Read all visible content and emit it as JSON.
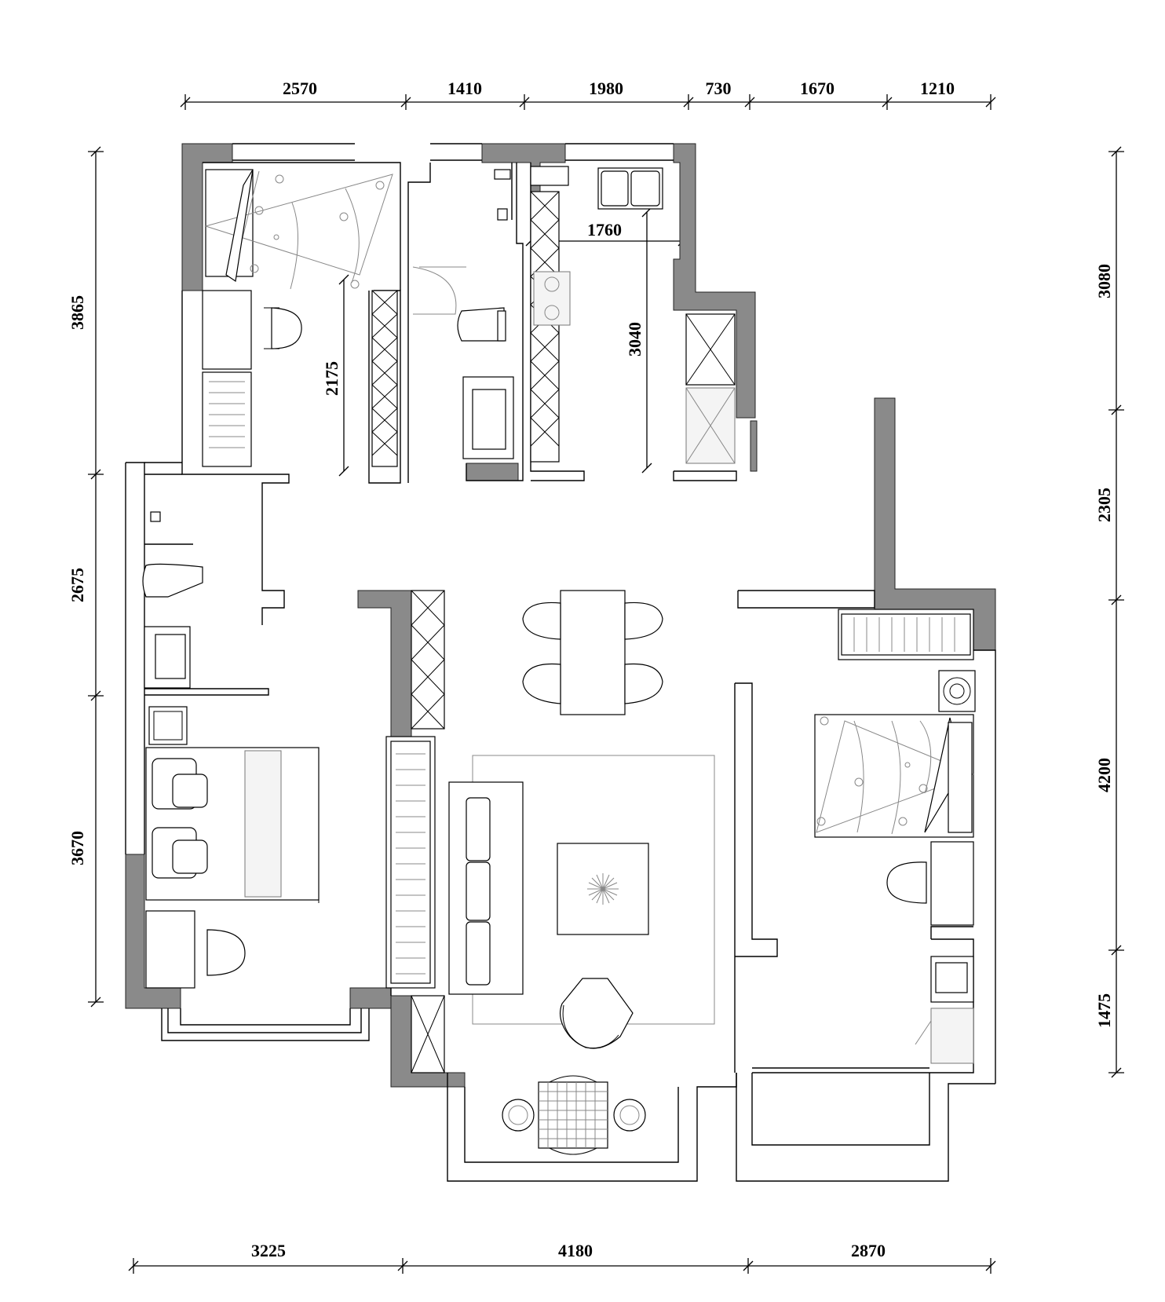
{
  "dimensions": {
    "top": [
      "2570",
      "1410",
      "1980",
      "730",
      "1670",
      "1210"
    ],
    "bottom": [
      "3225",
      "4180",
      "2870"
    ],
    "left": [
      "3865",
      "2675",
      "3670"
    ],
    "right": [
      "3080",
      "2305",
      "4200",
      "1475"
    ],
    "interior": {
      "kitchen_width": "1760",
      "kitchen_depth": "3040",
      "bath_depth": "2175"
    }
  },
  "colors": {
    "wall_fill": "#8a8a8a",
    "line": "#000000",
    "furniture_grey": "#888888"
  }
}
